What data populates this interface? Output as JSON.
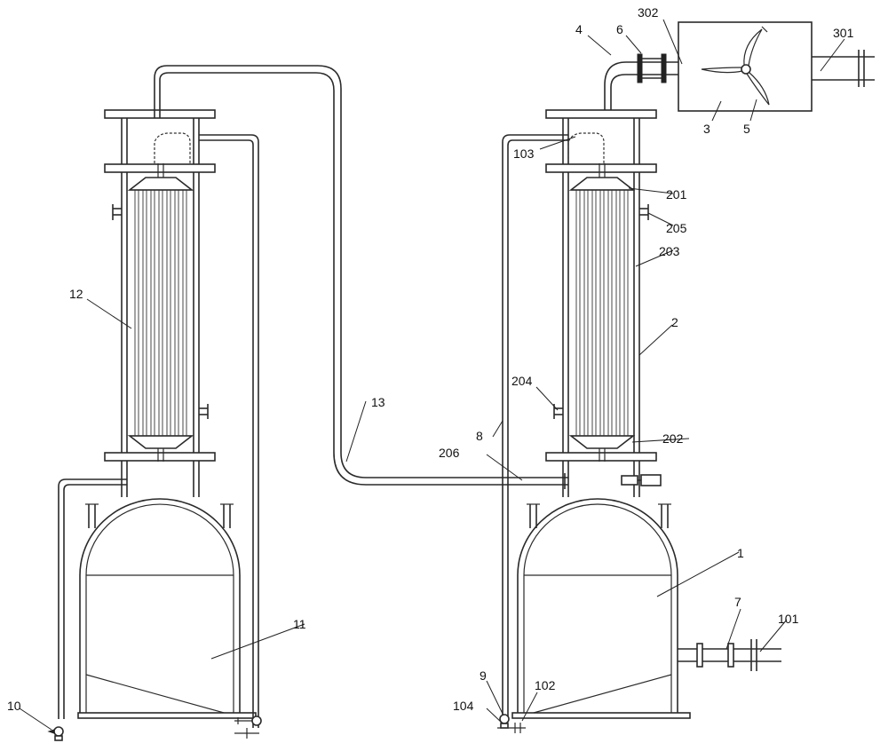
{
  "labels": {
    "l1": "1",
    "l2": "2",
    "l3": "3",
    "l4": "4",
    "l5": "5",
    "l6": "6",
    "l7": "7",
    "l8": "8",
    "l9": "9",
    "l10": "10",
    "l11": "11",
    "l12": "12",
    "l13": "13",
    "l101": "101",
    "l102": "102",
    "l103": "103",
    "l104": "104",
    "l201": "201",
    "l202": "202",
    "l203": "203",
    "l204": "204",
    "l205": "205",
    "l206": "206",
    "l301": "301",
    "l302": "302"
  }
}
